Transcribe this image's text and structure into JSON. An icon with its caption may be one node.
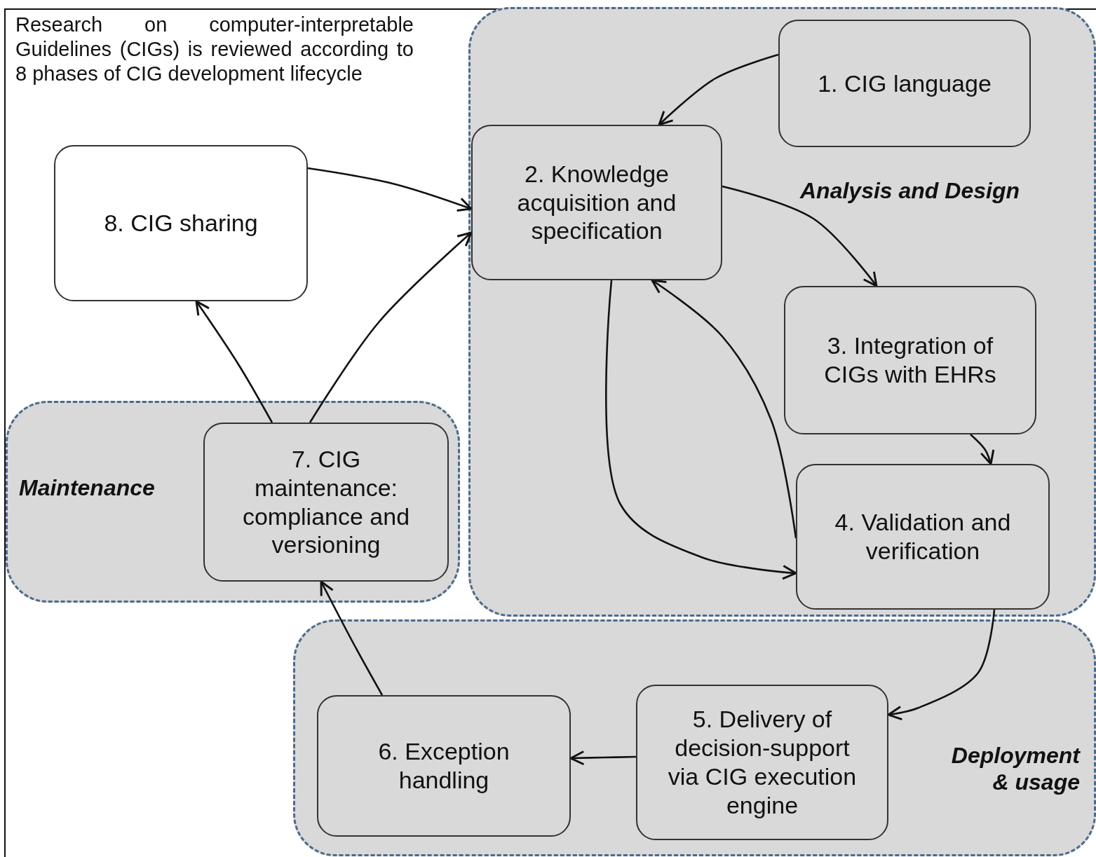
{
  "diagram": {
    "nodes": [
      {
        "text": [
          "Analysis and Design"
        ]
      },
      {
        "text": [
          "1. CIG language"
        ],
        "in": 0
      },
      {
        "text": [
          "2. Knowledge acquisition and specification"
        ],
        "in": 0
      },
      {
        "text": [
          "8. CIG sharing"
        ]
      },
      {
        "text": [
          "3. Integration of CIGs with EHRs"
        ],
        "in": 0
      },
      {
        "text": [
          "Maintenance"
        ]
      },
      {
        "text": [
          "7. CIG maintenance: compliance and versioning"
        ],
        "in": 5
      },
      {
        "text": [
          "4. Validation and verification"
        ],
        "in": 0
      },
      {
        "text": [
          "Deployment & usage"
        ]
      },
      {
        "text": [
          "6. Exception handling"
        ],
        "in": 8
      },
      {
        "text": [
          "5. Delivery of decision-support via CIG execution engine"
        ],
        "in": 8
      }
    ],
    "edges": [
      {
        "from": 1,
        "to": 2,
        "arrow": "to"
      },
      {
        "from": 3,
        "to": 2,
        "arrow": "to"
      },
      {
        "from": 2,
        "to": 4,
        "arrow": "to"
      },
      {
        "from": 4,
        "to": 7,
        "arrow": "to"
      },
      {
        "from": 2,
        "to": 7,
        "arrow": "to"
      },
      {
        "from": 7,
        "to": 2,
        "arrow": "to"
      },
      {
        "from": 7,
        "to": 10,
        "arrow": "to"
      },
      {
        "from": 10,
        "to": 9,
        "arrow": "to"
      },
      {
        "from": 9,
        "to": 6,
        "arrow": "to"
      },
      {
        "from": 6,
        "to": 3,
        "arrow": "to"
      },
      {
        "from": 6,
        "to": 2,
        "arrow": "to"
      }
    ],
    "labels": [
      "Research on computer-interpretable Guidelines (CIGs) is reviewed according to 8 phases of CIG development lifecycle"
    ]
  }
}
